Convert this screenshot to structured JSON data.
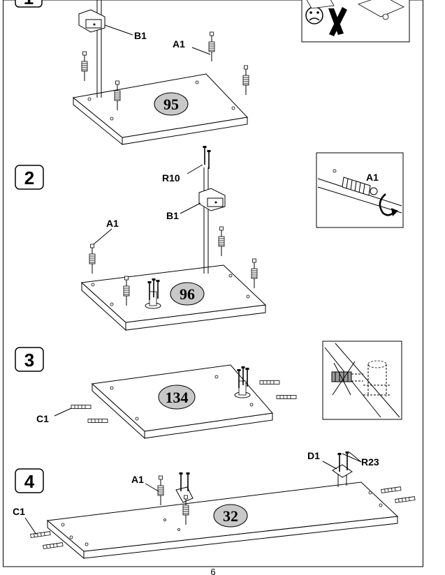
{
  "page_number": "6",
  "steps": [
    {
      "number": "1",
      "board_label": "95",
      "labels": [
        "B1",
        "A1"
      ]
    },
    {
      "number": "2",
      "board_label": "96",
      "labels": [
        "R10",
        "B1",
        "A1"
      ],
      "inset_label": "A1"
    },
    {
      "number": "3",
      "board_label": "134",
      "labels": [
        "C1"
      ]
    },
    {
      "number": "4",
      "board_label": "32",
      "labels": [
        "A1",
        "C1",
        "D1",
        "R23"
      ]
    }
  ]
}
